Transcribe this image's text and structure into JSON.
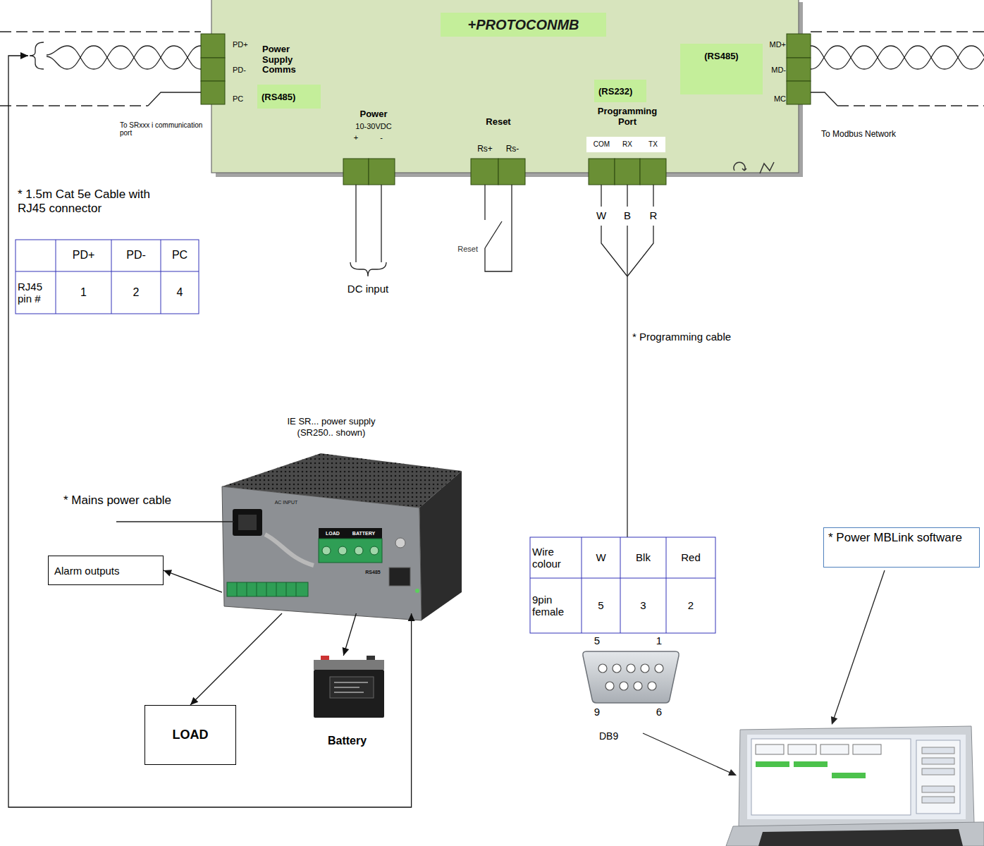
{
  "diagram": {
    "nodes": [
      {
        "text": [
          "+PROTOCONMB"
        ]
      },
      {
        "text": [
          "(RS485)"
        ],
        "in": 0
      },
      {
        "text": [
          "(RS232)"
        ],
        "in": 0
      },
      {
        "text": [
          "(RS485)"
        ],
        "in": 0
      },
      {
        "text": [
          "IE SR... power supply (SR250.. shown)"
        ]
      },
      {
        "text": [
          "* Power MBLink software"
        ]
      },
      {
        "text": [
          "Alarm outputs"
        ]
      },
      {
        "text": [
          "Battery"
        ]
      },
      {
        "text": [
          "LOAD"
        ]
      }
    ],
    "edges": [
      {
        "from": 4,
        "to": 6,
        "arrow": "to"
      },
      {
        "from": 4,
        "to": 8,
        "arrow": "to"
      },
      {
        "from": 4,
        "to": 7,
        "arrow": "to"
      },
      {
        "from": 4,
        "to": 0,
        "arrow": "both"
      }
    ],
    "labels": [
      "PD+",
      "PD-",
      "PC",
      "Power Supply Comms",
      "Power",
      "10-30VDC",
      "+",
      "-",
      "Reset",
      "Rs+",
      "Rs-",
      "Programming Port",
      "COM",
      "RX",
      "TX",
      "MD+",
      "MD-",
      "MC",
      "To SRxxx i communication port",
      "To Modbus Network",
      "* 1.5m Cat 5e Cable with RJ45 connector",
      "PD+",
      "PD-",
      "PC",
      "RJ45 pin #",
      "1",
      "2",
      "4",
      "DC input",
      "Reset",
      "W",
      "B",
      "R",
      "* Programming cable",
      "* Mains power cable",
      "AC INPUT",
      "LOAD",
      "BATTERY",
      "RS485",
      "Wire colour",
      "W",
      "Blk",
      "Red",
      "9pin female",
      "5",
      "3",
      "2",
      "5",
      "1",
      "9",
      "6",
      "DB9"
    ]
  }
}
